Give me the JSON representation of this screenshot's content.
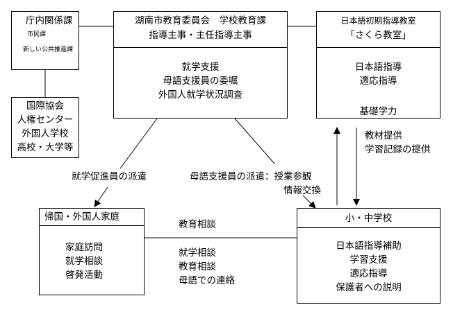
{
  "city_office": {
    "title": "庁内関係課",
    "sub1": "市民課",
    "sub2": "新しい公共推進課"
  },
  "board": {
    "title": "湖南市教育委員会　学校教育課",
    "subtitle": "指導主事・主任指導主事",
    "items": [
      "就学支援",
      "母語支援員の委嘱",
      "外国人就学状況調査"
    ]
  },
  "sakura": {
    "title": "日本語初期指導教室",
    "subtitle": "「さくら教室」",
    "items": [
      "日本語指導",
      "適応指導",
      "基礎学力"
    ]
  },
  "intl": {
    "items": [
      "国際協会",
      "人権センター",
      "外国人学校",
      "高校・大学等"
    ]
  },
  "family": {
    "title": "帰国・外国人家庭",
    "items": [
      "家庭訪問",
      "就学相談",
      "啓発活動"
    ]
  },
  "school": {
    "title": "小・中学校",
    "items": [
      "日本語指導補助",
      "学習支援",
      "適応指導",
      "保護者への説明"
    ]
  },
  "labels": {
    "materials": "教材提供",
    "records": "学習記録の提供",
    "promoter": "就学促進員の派遣",
    "support_dispatch": "母語支援員の派遣：授業参観",
    "info_exchange": "情報交換",
    "edu_consult_top": "教育相談",
    "consult1": "就学相談",
    "consult2": "教育相談",
    "consult3": "母語での連絡"
  }
}
